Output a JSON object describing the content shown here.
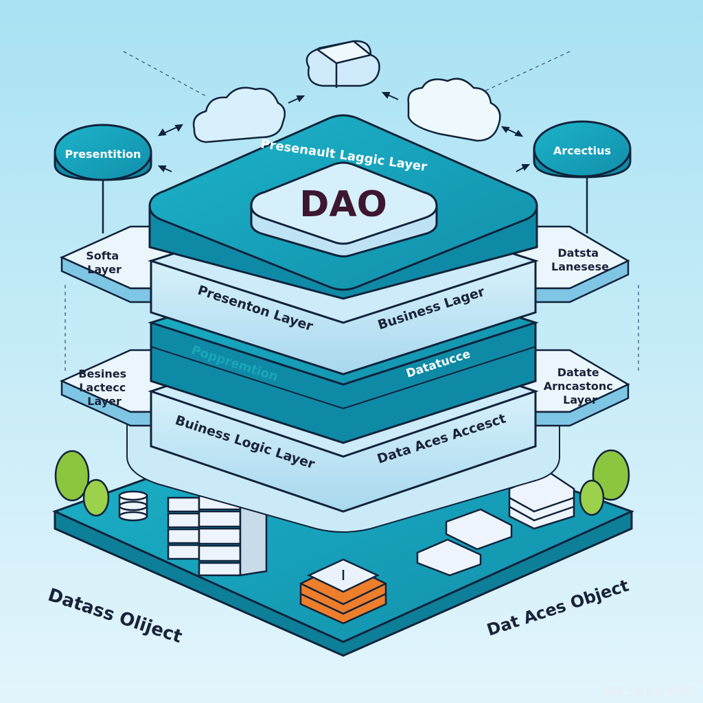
{
  "diagram": {
    "top_card": "DAO",
    "top_layer_title": "Presenault Laggic Layer",
    "bubbles": {
      "left": "Presentition",
      "right": "Arcectius"
    },
    "side_labels": {
      "upper_left": [
        "Softa",
        "Layer"
      ],
      "upper_right": [
        "Datsta",
        "Lanesese"
      ],
      "lower_left": [
        "Besines",
        "Lactecc",
        "Layer"
      ],
      "lower_right": [
        "Datate",
        "Arncastonc",
        "Layer"
      ]
    },
    "stack_labels": {
      "presenton_layer": "Presenton Layer",
      "business_lager": "Business Lager",
      "poppremtion": "Poppremtion",
      "datatucce": "Datatucce",
      "business_logic_layer": "Buiness Logic Layer",
      "data_aces_accesct": "Data Aces Accesct"
    },
    "base_labels": {
      "left": "Datass Oliject",
      "right": "Dat Aces Object"
    }
  },
  "watermark": "@稀土掘金技术社区",
  "colors": {
    "background_top": "#a9e2f3",
    "background_bottom": "#dff3fb",
    "teal": "#16a6bd",
    "teal_dark": "#0f7f97",
    "light_blue": "#bfe6f7",
    "outline": "#10223a",
    "orange": "#ee7e2c",
    "green": "#8cc63f"
  }
}
